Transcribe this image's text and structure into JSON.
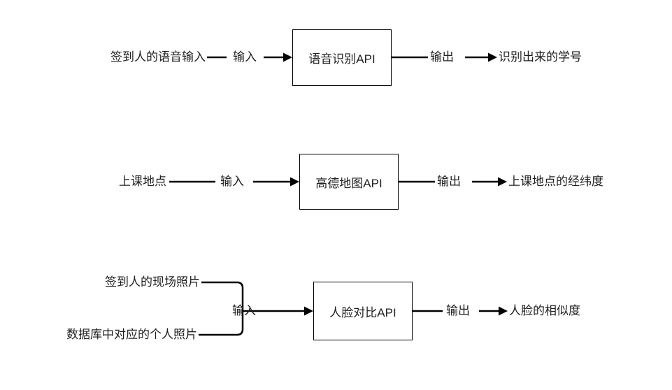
{
  "diagram": {
    "colors": {
      "background": "#ffffff",
      "line": "#000000",
      "text": "#1f1f1f",
      "box_border": "#000000",
      "box_fill": "#ffffff"
    },
    "flows": [
      {
        "inputs": [
          "签到人的语音输入"
        ],
        "input_arrow_label": "输入",
        "api": "语音识别API",
        "output_arrow_label": "输出",
        "output": "识别出来的学号"
      },
      {
        "inputs": [
          "上课地点"
        ],
        "input_arrow_label": "输入",
        "api": "高德地图API",
        "output_arrow_label": "输出",
        "output": "上课地点的经纬度"
      },
      {
        "inputs": [
          "签到人的现场照片",
          "数据库中对应的个人照片"
        ],
        "input_arrow_label": "输入",
        "api": "人脸对比API",
        "output_arrow_label": "输出",
        "output": "人脸的相似度"
      }
    ]
  }
}
